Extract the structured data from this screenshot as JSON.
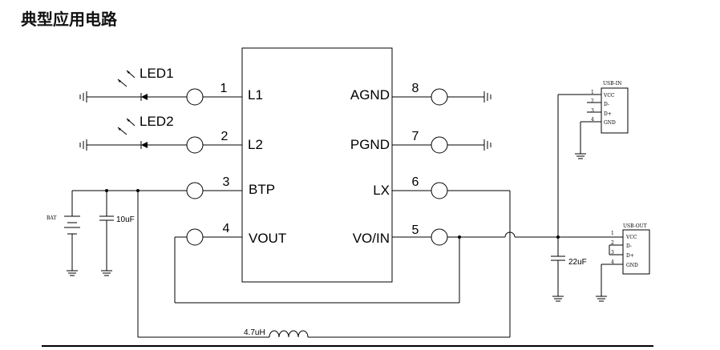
{
  "title": "典型应用电路",
  "chip": {
    "pins_left": [
      {
        "num": "1",
        "name": "L1"
      },
      {
        "num": "2",
        "name": "L2"
      },
      {
        "num": "3",
        "name": "BTP"
      },
      {
        "num": "4",
        "name": "VOUT"
      }
    ],
    "pins_right": [
      {
        "num": "8",
        "name": "AGND"
      },
      {
        "num": "7",
        "name": "PGND"
      },
      {
        "num": "6",
        "name": "LX"
      },
      {
        "num": "5",
        "name": "VO/IN"
      }
    ]
  },
  "leds": [
    "LED1",
    "LED2"
  ],
  "battery": "BAT",
  "cap_in": "10uF",
  "cap_out": "22uF",
  "inductor": "4.7uH",
  "usb_in": {
    "label": "USB-IN",
    "pins": [
      "1",
      "2",
      "3",
      "4"
    ],
    "signals": [
      "VCC",
      "D-",
      "D+",
      "GND"
    ]
  },
  "usb_out": {
    "label": "USB-OUT",
    "pins": [
      "1",
      "2",
      "3",
      "4"
    ],
    "signals": [
      "VCC",
      "D-",
      "D+",
      "GND"
    ]
  }
}
